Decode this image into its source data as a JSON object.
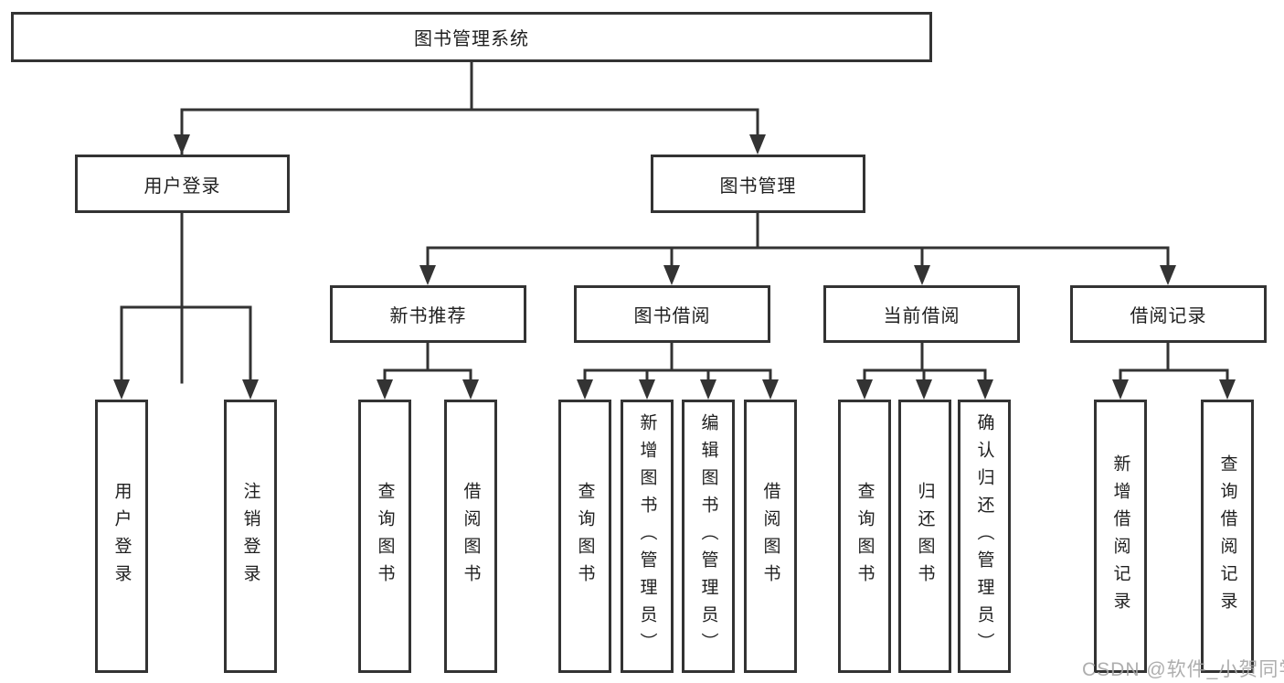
{
  "diagram": {
    "root": {
      "label": "图书管理系统"
    },
    "level2": [
      {
        "label": "用户登录"
      },
      {
        "label": "图书管理"
      }
    ],
    "level3": [
      {
        "label": "新书推荐"
      },
      {
        "label": "图书借阅"
      },
      {
        "label": "当前借阅"
      },
      {
        "label": "借阅记录"
      }
    ],
    "leaves": [
      {
        "label": "用户登录",
        "parent": "用户登录"
      },
      {
        "label": "注销登录",
        "parent": "用户登录"
      },
      {
        "label": "查询图书",
        "parent": "新书推荐"
      },
      {
        "label": "借阅图书",
        "parent": "新书推荐"
      },
      {
        "label": "查询图书",
        "parent": "图书借阅"
      },
      {
        "label": "新增图书（管理员）",
        "parent": "图书借阅"
      },
      {
        "label": "编辑图书（管理员）",
        "parent": "图书借阅"
      },
      {
        "label": "借阅图书",
        "parent": "图书借阅"
      },
      {
        "label": "查询图书",
        "parent": "当前借阅"
      },
      {
        "label": "归还图书",
        "parent": "当前借阅"
      },
      {
        "label": "确认归还（管理员）",
        "parent": "当前借阅"
      },
      {
        "label": "新增借阅记录",
        "parent": "借阅记录"
      },
      {
        "label": "查询借阅记录",
        "parent": "借阅记录"
      }
    ]
  },
  "watermark": {
    "text": "CSDN @软件_小贺同学"
  },
  "colors": {
    "line": "#333333",
    "box_border": "#333333",
    "text": "#1f1f1f",
    "background": "#ffffff",
    "watermark": "#a5a5a5"
  }
}
